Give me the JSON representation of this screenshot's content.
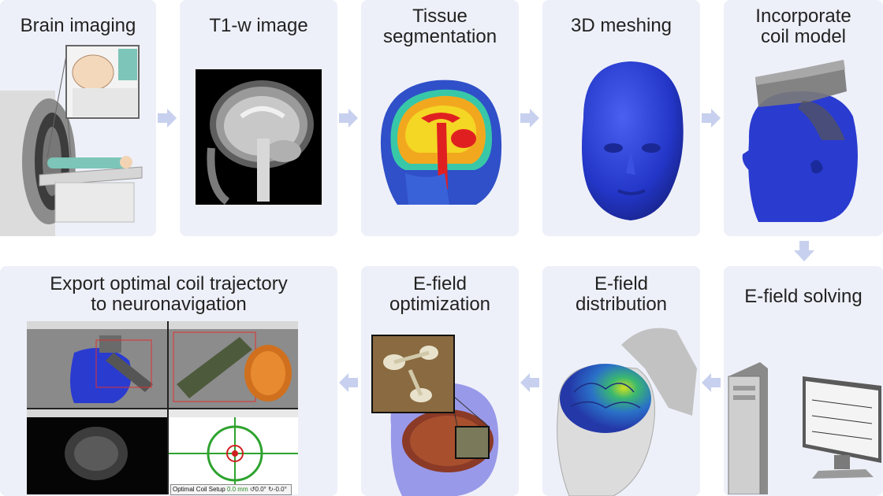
{
  "steps": {
    "brain_imaging": "Brain imaging",
    "t1w_image": "T1-w image",
    "tissue_segmentation": "Tissue\nsegmentation",
    "meshing_3d": "3D meshing",
    "incorporate_coil": "Incorporate\ncoil model",
    "efield_solving": "E-field solving",
    "efield_distribution": "E-field\ndistribution",
    "efield_optimization": "E-field\noptimization",
    "export_trajectory": "Export optimal coil trajectory\nto neuronavigation"
  },
  "neuronav": {
    "coil_setup_label": "Optimal Coil Setup",
    "coil_setup_dist": "0.0 mm",
    "coil_setup_angle1": "↺0.0°",
    "coil_setup_angle2": "↻-0.0°"
  },
  "colors": {
    "panel_bg": "#eef0f9",
    "arrow": "#c7d0ee",
    "mesh_blue": "#2a3bd0",
    "coil_gray": "#8a8a8a",
    "target_green": "#2ea32e",
    "target_red": "#d02020"
  }
}
